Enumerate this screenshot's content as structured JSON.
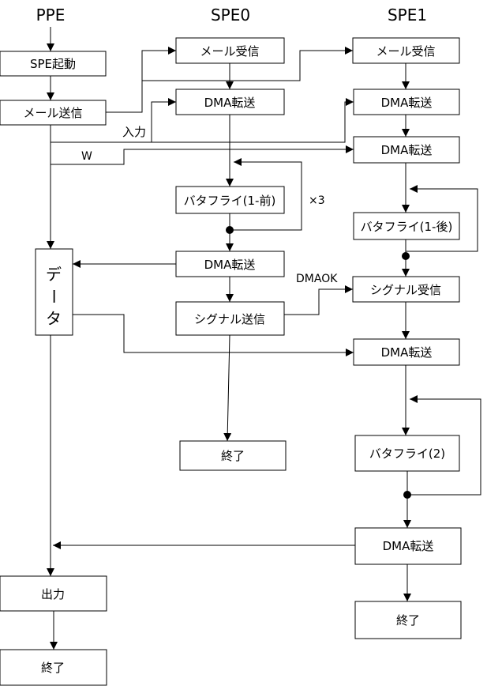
{
  "columns": {
    "ppe": "PPE",
    "spe0": "SPE0",
    "spe1": "SPE1"
  },
  "ppe": {
    "start_spe": "SPE起動",
    "send_mail": "メール送信",
    "data_chars": [
      "デ",
      "ー",
      "タ"
    ],
    "output": "出力",
    "end": "終了"
  },
  "spe0": {
    "recv_mail": "メール受信",
    "dma1": "DMA転送",
    "butterfly": "バタフライ(1-前)",
    "dma2": "DMA転送",
    "send_signal": "シグナル送信",
    "end": "終了"
  },
  "spe1": {
    "recv_mail": "メール受信",
    "dma1": "DMA転送",
    "dma2": "DMA転送",
    "butterfly1": "バタフライ(1-後)",
    "recv_signal": "シグナル受信",
    "dma3": "DMA転送",
    "butterfly2": "バタフライ(2)",
    "dma4": "DMA転送",
    "end": "終了"
  },
  "labels": {
    "input": "入力",
    "w": "W",
    "repeat": "×3",
    "dmaok": "DMAOK"
  }
}
